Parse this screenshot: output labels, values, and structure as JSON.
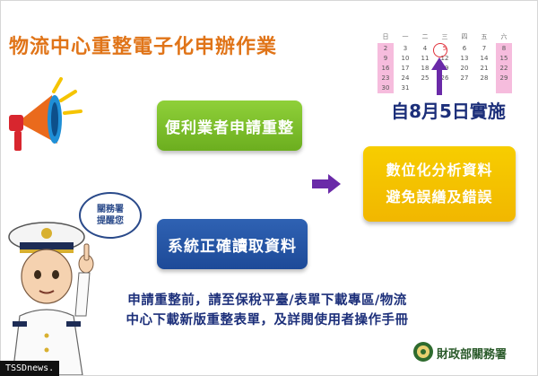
{
  "title": "物流中心重整電子化申辦作業",
  "calendar": {
    "weekday_headers": [
      "日",
      "一",
      "二",
      "三",
      "四",
      "五",
      "六"
    ],
    "rows": [
      [
        "2",
        "3",
        "4",
        "5",
        "6",
        "7",
        "8"
      ],
      [
        "9",
        "10",
        "11",
        "12",
        "13",
        "14",
        "15"
      ],
      [
        "16",
        "17",
        "18",
        "19",
        "20",
        "21",
        "22"
      ],
      [
        "23",
        "24",
        "25",
        "26",
        "27",
        "28",
        "29"
      ],
      [
        "30",
        "31",
        "",
        "",
        "",
        "",
        ""
      ]
    ],
    "highlight_day": "5",
    "highlight_color": "#e0303a",
    "arrow_color": "#6a2aa8",
    "weekend_color": "#f3a6d2"
  },
  "effective_date": "自8月5日實施",
  "steps": {
    "convenience": "便利業者申請重整",
    "correct_reading": "系統正確讀取資料",
    "result_line1": "數位化分析資料",
    "result_line2": "避免誤繕及錯誤"
  },
  "bubble": {
    "line1": "關務署",
    "line2": "提醒您"
  },
  "notice": {
    "line1": "申請重整前，請至保稅平臺/表單下載專區/物流",
    "line2": "中心下載新版重整表單，及詳閱使用者操作手冊"
  },
  "organization": "財政部關務署",
  "watermark": "TSSDnews."
}
